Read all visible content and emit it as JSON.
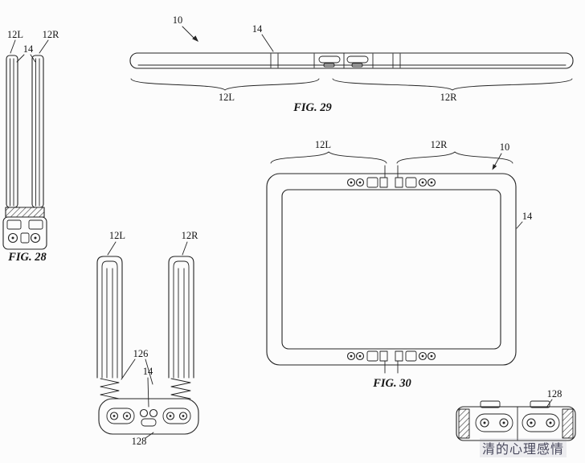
{
  "page": {
    "background_color": "#fcfcfc",
    "line_color": "#232323"
  },
  "watermark": {
    "text": "清的心理感情"
  },
  "fig28": {
    "caption": "FIG. 28",
    "labels": {
      "n12L": "12L",
      "n12R": "12R",
      "n14": "14"
    }
  },
  "fig29": {
    "caption": "FIG. 29",
    "labels": {
      "n10": "10",
      "n14": "14",
      "n12L": "12L",
      "n12R": "12R"
    }
  },
  "fig30": {
    "caption": "FIG. 30",
    "labels": {
      "n12L": "12L",
      "n12R": "12R",
      "n10": "10",
      "n14": "14"
    }
  },
  "fig_fold": {
    "labels": {
      "n12L": "12L",
      "n12R": "12R",
      "n126": "126",
      "n14": "14",
      "n128": "128"
    }
  },
  "fig_detail": {
    "labels": {
      "n128": "128"
    }
  }
}
